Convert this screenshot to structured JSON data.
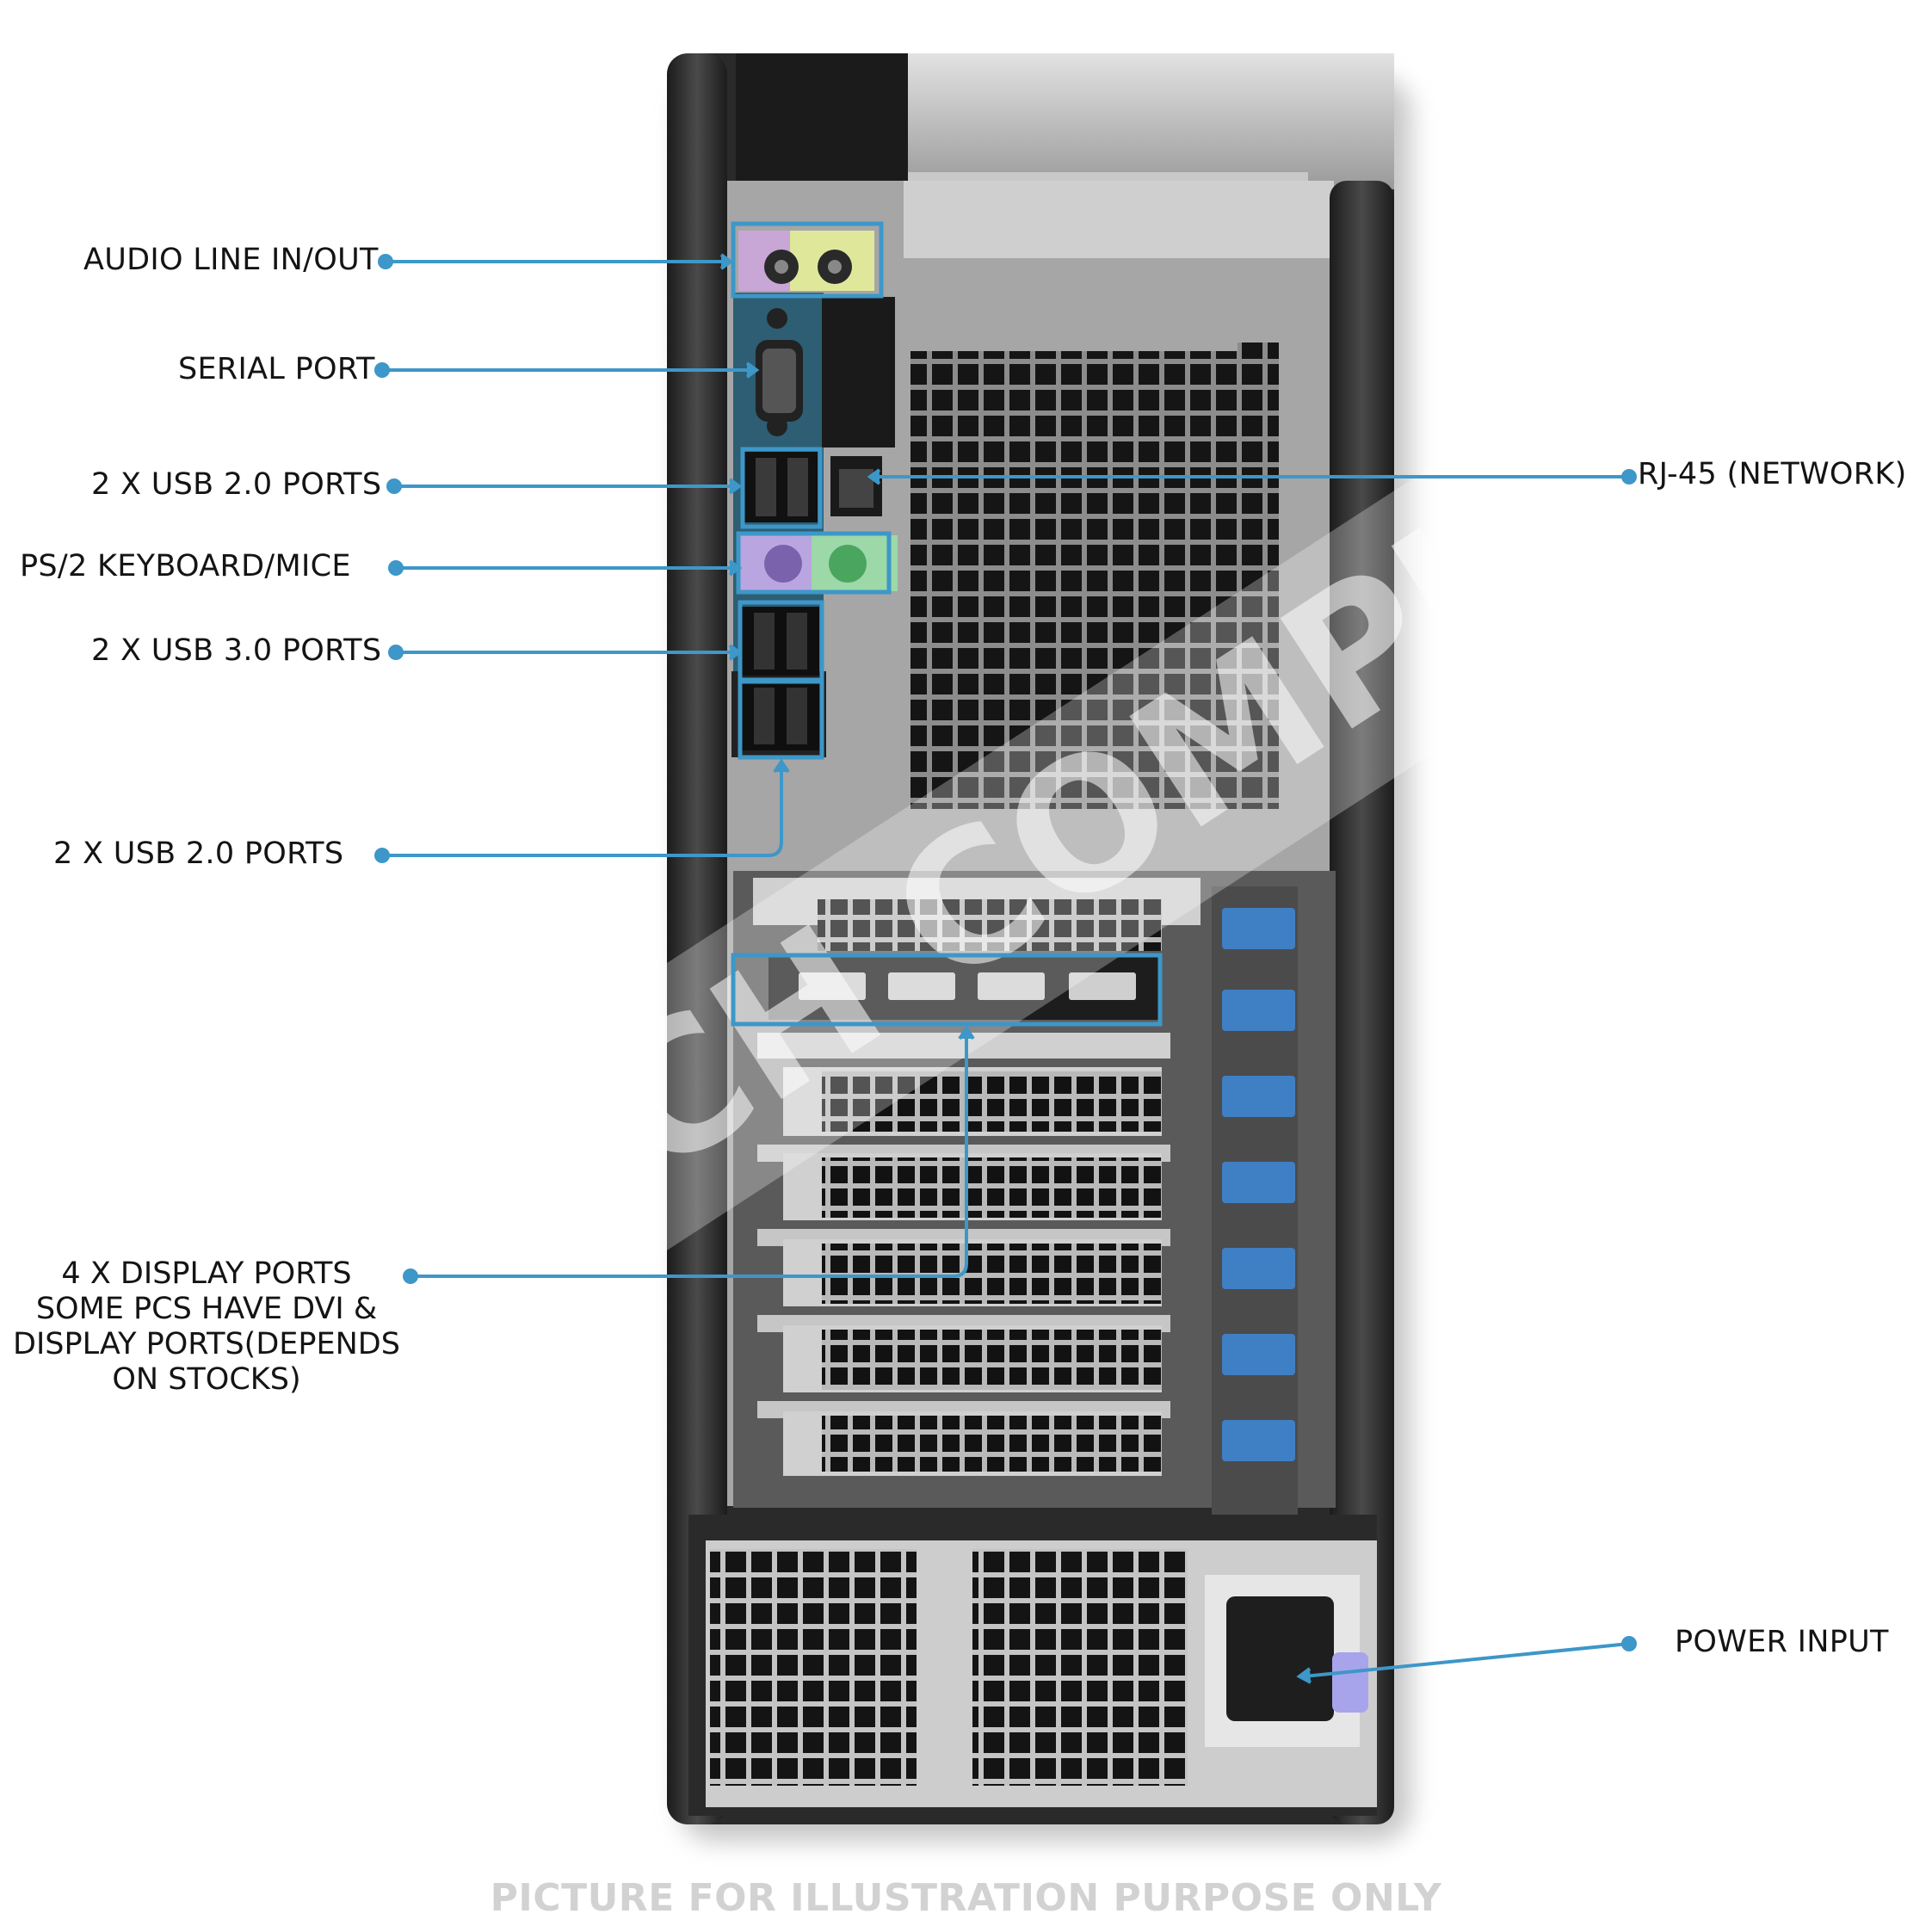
{
  "labels": {
    "audio": "AUDIO LINE IN/OUT",
    "serial": "SERIAL PORT",
    "usb2_top": "2 X USB 2.0 PORTS",
    "ps2": "PS/2 KEYBOARD/MICE",
    "usb3": "2 X USB 3.0 PORTS",
    "usb2_bottom": "2 X USB 2.0 PORTS",
    "rj45": "RJ-45 (NETWORK)",
    "display_lines": [
      "4 X DISPLAY PORTS",
      "SOME PCS HAVE DVI &",
      "DISPLAY PORTS(DEPENDS",
      "ON STOCKS)"
    ],
    "power": "POWER INPUT"
  },
  "watermark": "DEEPTECH COMPUTERZ",
  "footer": "PICTURE FOR ILLUSTRATION PURPOSE ONLY",
  "colors": {
    "callout": "#3d97c8",
    "chassis_dark": "#2b2b2b",
    "panel_gray": "#a9a9a9",
    "slot_latch_blue": "#3f7fc4"
  }
}
